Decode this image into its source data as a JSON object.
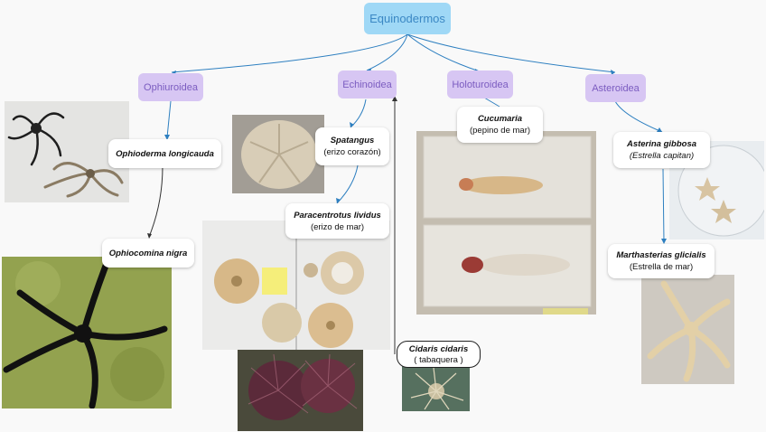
{
  "root": "Equinodermos",
  "classes": {
    "ophiuroidea": "Ophiuroidea",
    "echinoidea": "Echinoidea",
    "holoturoidea": "Holoturoidea",
    "asteroidea": "Asteroidea"
  },
  "species": {
    "ophioderma": {
      "name": "Ophioderma longicauda",
      "common": ""
    },
    "ophiocomina": {
      "name": "Ophiocomina nigra",
      "common": ""
    },
    "spatangus": {
      "name": "Spatangus",
      "common": "(erizo corazón)"
    },
    "paracentrotus": {
      "name": "Paracentrotus lividus",
      "common": "(erizo de mar)"
    },
    "cidaris": {
      "name": "Cidaris cidaris",
      "common": "( tabaquera  )"
    },
    "cucumaria": {
      "name": "Cucumaria",
      "common": "(pepino de mar)"
    },
    "asterina": {
      "name": "Asterina gibbosa",
      "common": "(Estrella capitan)"
    },
    "marthasterias": {
      "name": "Marthasterias glicialis",
      "common": "(Estrella de mar)"
    }
  },
  "colors": {
    "link": "#2d7fc0",
    "link_dark": "#333333",
    "root_bg": "#9fd8f6",
    "class_bg": "#d7c6f3"
  }
}
